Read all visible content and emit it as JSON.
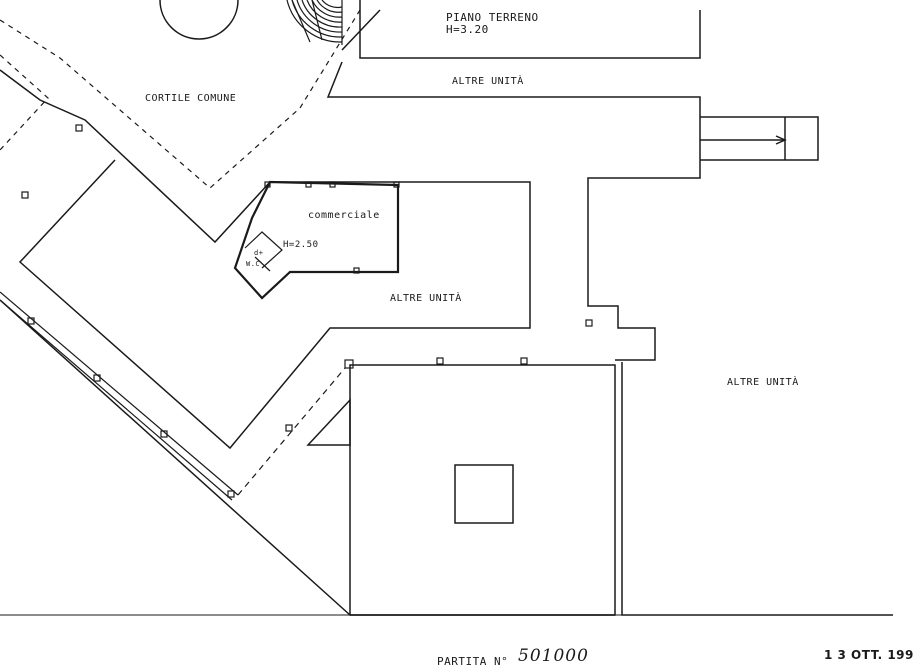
{
  "plan": {
    "floor_title": "PIANO TERRENO",
    "floor_height": "H=3.20",
    "courtyard_label": "CORTILE COMUNE",
    "unit_label": "commerciale",
    "unit_height": "H=2.50",
    "wc_label": "W.C",
    "d_label": "d+",
    "other_units_top": "ALTRE UNITÀ",
    "other_units_middle": "ALTRE UNITÀ",
    "other_units_right": "ALTRE UNITÀ"
  },
  "footer": {
    "partita_label": "PARTITA N°",
    "partita_number": "501000",
    "date_stamp": "1 3 OTT. 199"
  },
  "colors": {
    "line": "#1a1a1a",
    "background": "#ffffff"
  }
}
